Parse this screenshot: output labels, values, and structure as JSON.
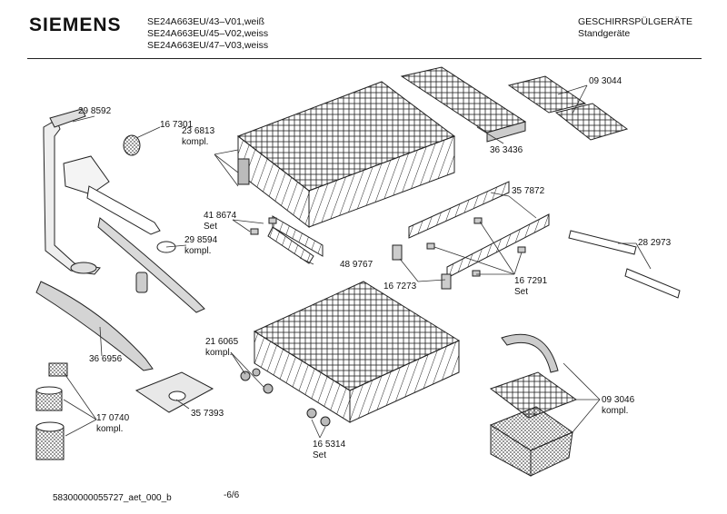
{
  "header": {
    "brand": "SIEMENS",
    "models": [
      "SE24A663EU/43–V01,weiß",
      "SE24A663EU/45–V02,weiss",
      "SE24A663EU/47–V03,weiss"
    ],
    "category_line1": "GESCHIRRSPÜLGERÄTE",
    "category_line2": "Standgeräte"
  },
  "parts": {
    "p298592": "29 8592",
    "p167301": "16 7301",
    "p236813": "23 6813",
    "p236813_sub": "kompl.",
    "p363436": "36 3436",
    "p093044": "09 3044",
    "p418674": "41 8674",
    "p418674_sub": "Set",
    "p357872": "35 7872",
    "p298594": "29 8594",
    "p298594_sub": "kompl.",
    "p489767": "48 9767",
    "p282973": "28 2973",
    "p167273": "16 7273",
    "p167291": "16 7291",
    "p167291_sub": "Set",
    "p369656": "36 6956",
    "p216065": "21 6065",
    "p216065_sub": "kompl.",
    "p357393": "35 7393",
    "p170740": "17 0740",
    "p170740_sub": "kompl.",
    "p165314": "16 5314",
    "p165314_sub": "Set",
    "p093046": "09 3046",
    "p093046_sub": "kompl."
  },
  "footer": {
    "doc_id": "58300000055727_aet_000_b",
    "page": "-6/6"
  }
}
